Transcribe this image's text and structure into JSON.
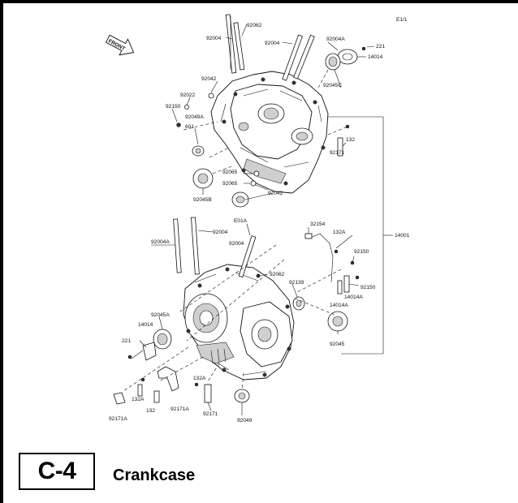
{
  "page": {
    "section_code": "C-4",
    "section_title": "Crankcase",
    "figure_id": "E1/1",
    "front_label": "FRONT",
    "bottom_left_label": "92171A"
  },
  "labels": {
    "l92004": "92004",
    "l92062_top": "92062",
    "l92004_mid": "92004",
    "l92004A": "92004A",
    "l221": "221",
    "l14014": "14014",
    "l92042_a": "92042",
    "l92022": "92022",
    "l92150": "92150",
    "l92045C": "92045C",
    "l601": "601",
    "l92049A": "92049A",
    "l132": "132",
    "l92171": "92171",
    "l14001": "14001",
    "l92065_a": "92065",
    "l92065_b": "92065",
    "l92042_b": "92042",
    "l92045B": "92045B",
    "lE01A": "E01A",
    "l92004_left": "92004",
    "l92004A_left": "92004A",
    "l92004_mid2": "92004",
    "l32154": "32154",
    "l132A_r": "132A",
    "l92150_r": "92150",
    "l92062_mid": "92062",
    "l92139": "92139",
    "l92150_r2": "92150",
    "l14014A": "14014A",
    "l14014A_b": "14014A",
    "l92045A": "92045A",
    "l14014_left": "14014",
    "l221_left": "221",
    "l92045": "92045",
    "l132A_left": "132A",
    "l132A_bottom": "132A",
    "l132_bottom": "132",
    "l92171A": "92171A",
    "l92171_bottom": "92171",
    "l92049": "92049"
  }
}
